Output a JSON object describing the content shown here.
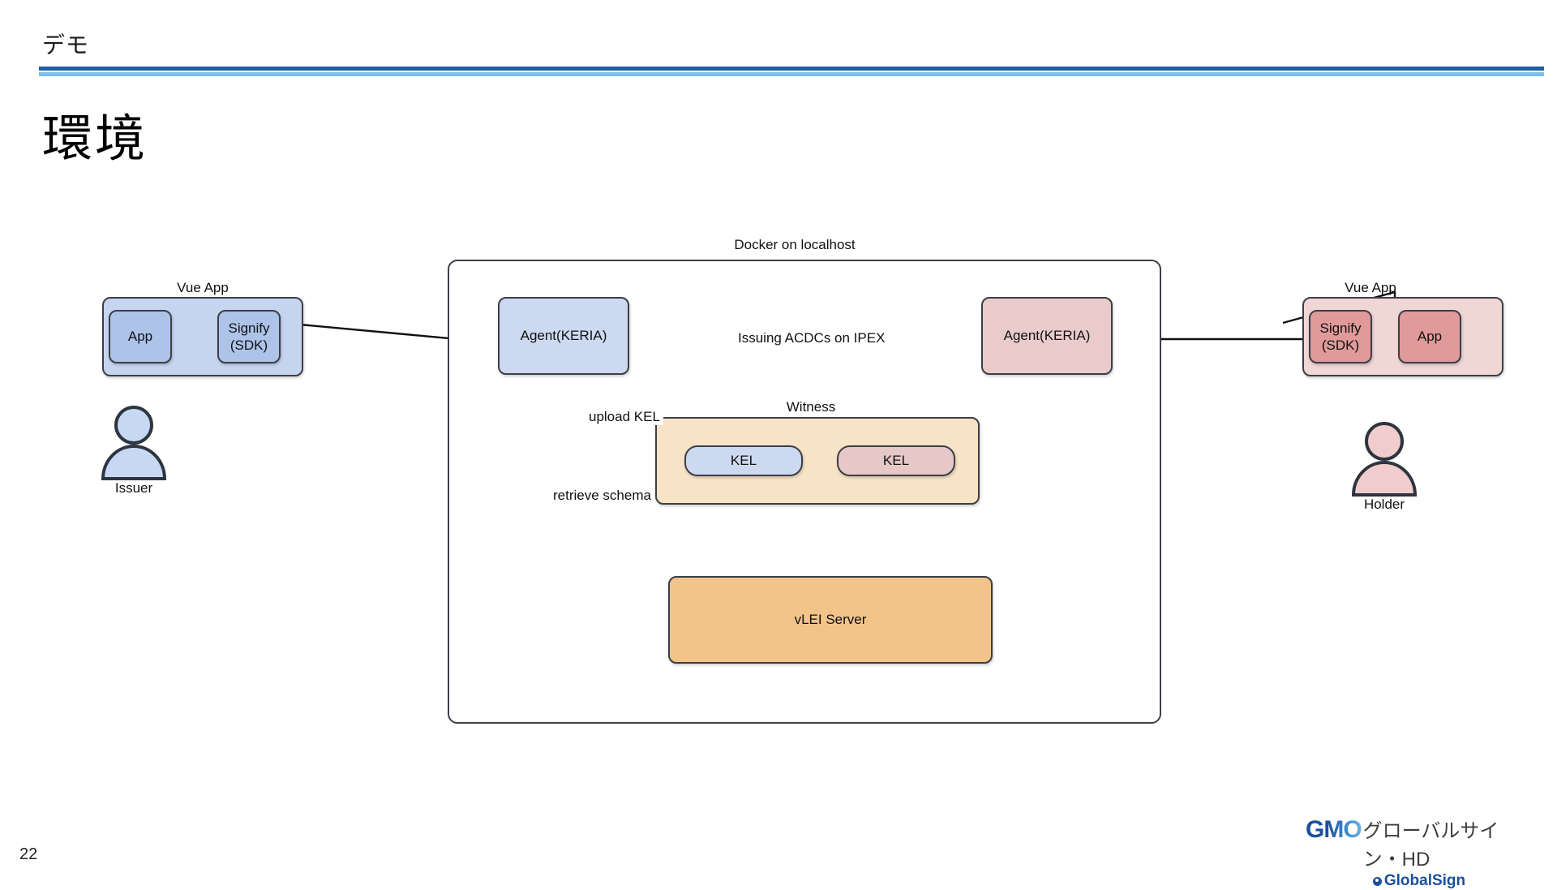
{
  "header": {
    "eyebrow": "デモ",
    "title": "環境",
    "rule_dark_color": "#1f5f9e",
    "rule_light_color": "#7cc0ea"
  },
  "diagram": {
    "docker": {
      "label": "Docker on localhost",
      "fill": "#ffffff",
      "stroke": "#3c3f48"
    },
    "left_actor": {
      "group_caption": "Vue App",
      "group_fill": "#c6d5ef",
      "app_label": "App",
      "sdk_label": "Signify\n(SDK)",
      "sdk_line1": "Signify",
      "sdk_line2": "(SDK)",
      "inner_fill": "#adc3e8",
      "person_label": "Issuer",
      "person_fill": "#c6d8f2",
      "person_stroke": "#2e3440"
    },
    "right_actor": {
      "group_caption": "Vue App",
      "group_fill": "#f1d6d6",
      "app_label": "App",
      "sdk_line1": "Signify",
      "sdk_line2": "(SDK)",
      "inner_fill": "#e09a9a",
      "person_label": "Holder",
      "person_fill": "#f0cccc",
      "person_stroke": "#2e3440"
    },
    "agent_left": {
      "label": "Agent(KERIA)",
      "fill": "#ccd9f0"
    },
    "agent_right": {
      "label": "Agent(KERIA)",
      "fill": "#e9cbcb"
    },
    "witness": {
      "caption": "Witness",
      "fill": "#f8e3c6",
      "kel_left_label": "KEL",
      "kel_left_fill": "#ccd9f0",
      "kel_right_label": "KEL",
      "kel_right_fill": "#e6c8c8"
    },
    "vlei": {
      "label": "vLEI Server",
      "fill": "#f2c48a"
    },
    "edges": {
      "issuing": "Issuing ACDCs on IPEX",
      "upload_kel": "upload KEL",
      "retrieve_schema": "retrieve schema"
    }
  },
  "footer": {
    "page_number": "22",
    "logo_gmo": "GMO",
    "logo_jp": "グローバルサイン・HD",
    "logo_globalsign": "GlobalSign"
  }
}
